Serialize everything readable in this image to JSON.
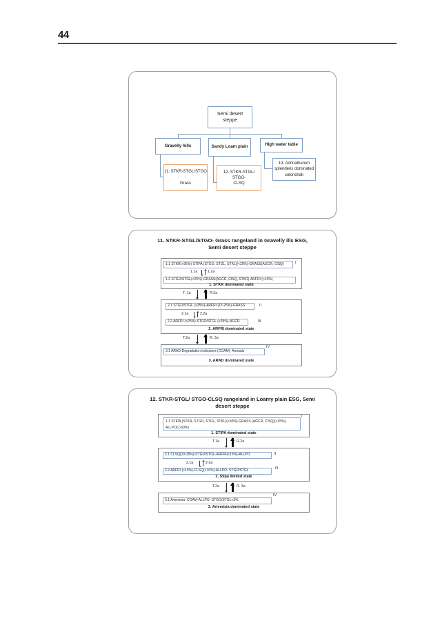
{
  "page_number": "44",
  "org": {
    "root": "Semi desert\nsteppe",
    "branch1": "Gravelly hills",
    "branch2": "Sandy Loam plain",
    "branch3": "High water table",
    "leaf1": "11. STKR-STGL/STGO -\nGrass",
    "leaf2": "12. STKR-STGL/ STGO-\nCLSQ",
    "leaf3": "13. Achnatherum\nsplendens dominated\nsolonchak"
  },
  "d11": {
    "title": "11. STKR-STGL/STGO- Grass rangeland in Gravelly ills ESG,\nSemi desert steppe",
    "c11": "1.1 STKR(>25%)-STIPA (STGO, STGL, STKL)(<25%)-GRASS(AGCR, CISQ)",
    "n11": "I",
    "a11": "1.1a",
    "a12": "1.2a",
    "c12": "1.2 STGO/STGL(>25%)-GRASS(AGCR, CISQ, STKR)-ARFRI (<15%)",
    "s1": "1. STKR dominated state",
    "t1": "T. 1a",
    "r1": "R.2a",
    "c21": "2.1 STGO/STGL (>25%)-ARFRI (15-25%)-GRASS",
    "n21": "II",
    "a21": "2.1a",
    "a22": "2.2a",
    "c22": "2.2 ARFRI (>25%)-STGO/STGL (<25%)-AGCR",
    "n22": "III",
    "s2": "2. ARFRI dominated state",
    "t2": "T.2a",
    "r2": "R. 3a",
    "c31": "3.1 ARAD-Degradation indicators (COAM)- Annuals",
    "n31": "IV",
    "s3": "3. ARAD dominated state"
  },
  "d12": {
    "title": "12. STKR-STGL/ STGO-CLSQ rangeland in Loamy plain ESG, Semi\ndesert steppe",
    "c11": "1.1 STIPA (STKR, STGO, STGL, STKL)(>60%)-GRASS (AGCR, CISQ)(<25%)-ALLPO(1-60%)",
    "n11": "I",
    "s1": "1. STIPA dominated state",
    "t1": "T.1a",
    "r1": "R.2a",
    "c21": "2.1 CLSQ(10-25%)-STGO/STGL-ARFRI(<15%)-ALLPO",
    "n21": "II",
    "a21": "2.1a",
    "a22": "2.2a",
    "c22": "2.2 ARFRI (>15%)-CLSQ(<10%)-ALLPO- STGO/STGL",
    "n22": "III",
    "s2": "2. Stipa limited state",
    "t2": "T.2a",
    "r2": "R. 3a",
    "c31": "3.1 Artemisia- COAM-ALLPO- STGO/STGL<3%",
    "n31": "IV",
    "s3": "3. Artemisia dominated state"
  }
}
